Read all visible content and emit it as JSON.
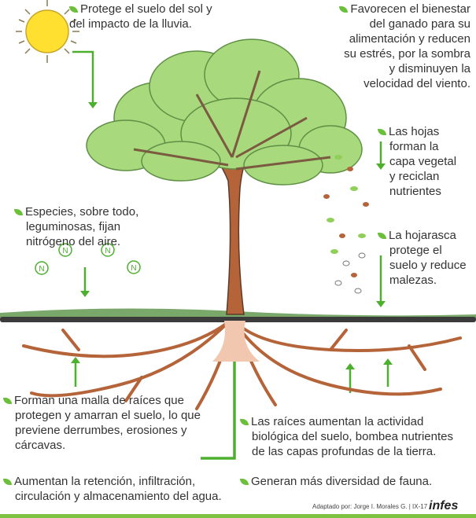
{
  "notes": {
    "sun": "Protege el suelo del sol y del impacto de la lluvia.",
    "ganado": [
      "Favorecen el bienestar",
      "del ganado para su",
      "alimentación y reducen",
      "su estrés, por la sombra",
      "y disminuyen la",
      "velocidad del viento."
    ],
    "hojas": [
      "Las hojas",
      "forman la",
      "capa vegetal",
      "y reciclan",
      "nutrientes"
    ],
    "hojarasca": [
      "La hojarasca",
      "protege el",
      "suelo y reduce",
      "malezas."
    ],
    "nitrogeno": [
      "Especies, sobre todo,",
      "leguminosas, fijan",
      "nitrógeno del aire."
    ],
    "malla": [
      "Forman una malla de raíces que",
      "protegen y amarran el suelo, lo que",
      "previene derrumbes, erosiones y",
      "cárcavas."
    ],
    "raices": [
      "Las raíces aumentan la actividad",
      "biológica del suelo, bombea nutrientes",
      "de las capas profundas de la tierra."
    ],
    "agua": [
      "Aumentan la retención, infiltración,",
      "circulación y almacenamiento del agua."
    ],
    "fauna": "Generan más diversidad de fauna."
  },
  "nitrogen_symbol": "N",
  "credit": "Adaptado por:  Jorge I. Morales G. | IX-17",
  "logo": "infes",
  "colors": {
    "green": "#6cbf3a",
    "brown": "#b5643a",
    "canopy": "#a8d97c",
    "text": "#333333"
  }
}
